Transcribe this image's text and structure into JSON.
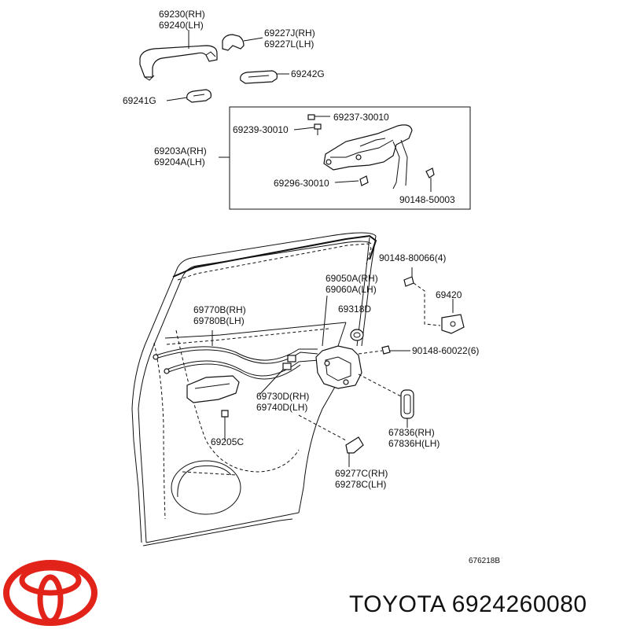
{
  "labels": {
    "l69230": "69230(RH)",
    "l69240": "69240(LH)",
    "l69227j": "69227J(RH)",
    "l69227l": "69227L(LH)",
    "l69242g": "69242G",
    "l69241g": "69241G",
    "l69237": "69237-30010",
    "l69239": "69239-30010",
    "l69203a": "69203A(RH)",
    "l69204a": "69204A(LH)",
    "l69296": "69296-30010",
    "l90148_50003": "90148-50003",
    "l90148_80066": "90148-80066(4)",
    "l69050a": "69050A(RH)",
    "l69060a": "69060A(LH)",
    "l69420": "69420",
    "l69318d": "69318D",
    "l69770b": "69770B(RH)",
    "l69780b": "69780B(LH)",
    "l90148_60022": "90148-60022(6)",
    "l69730d": "69730D(RH)",
    "l69740d": "69740D(LH)",
    "l67836_rh": "67836(RH)",
    "l67836h": "67836H(LH)",
    "l69205c": "69205C",
    "l69277c": "69277C(RH)",
    "l69278c": "69278C(LH)"
  },
  "diagram_code": "676218B",
  "brand_caption": "TOYOTA 6924260080",
  "colors": {
    "logo": "#e2231a",
    "ink": "#111111"
  }
}
